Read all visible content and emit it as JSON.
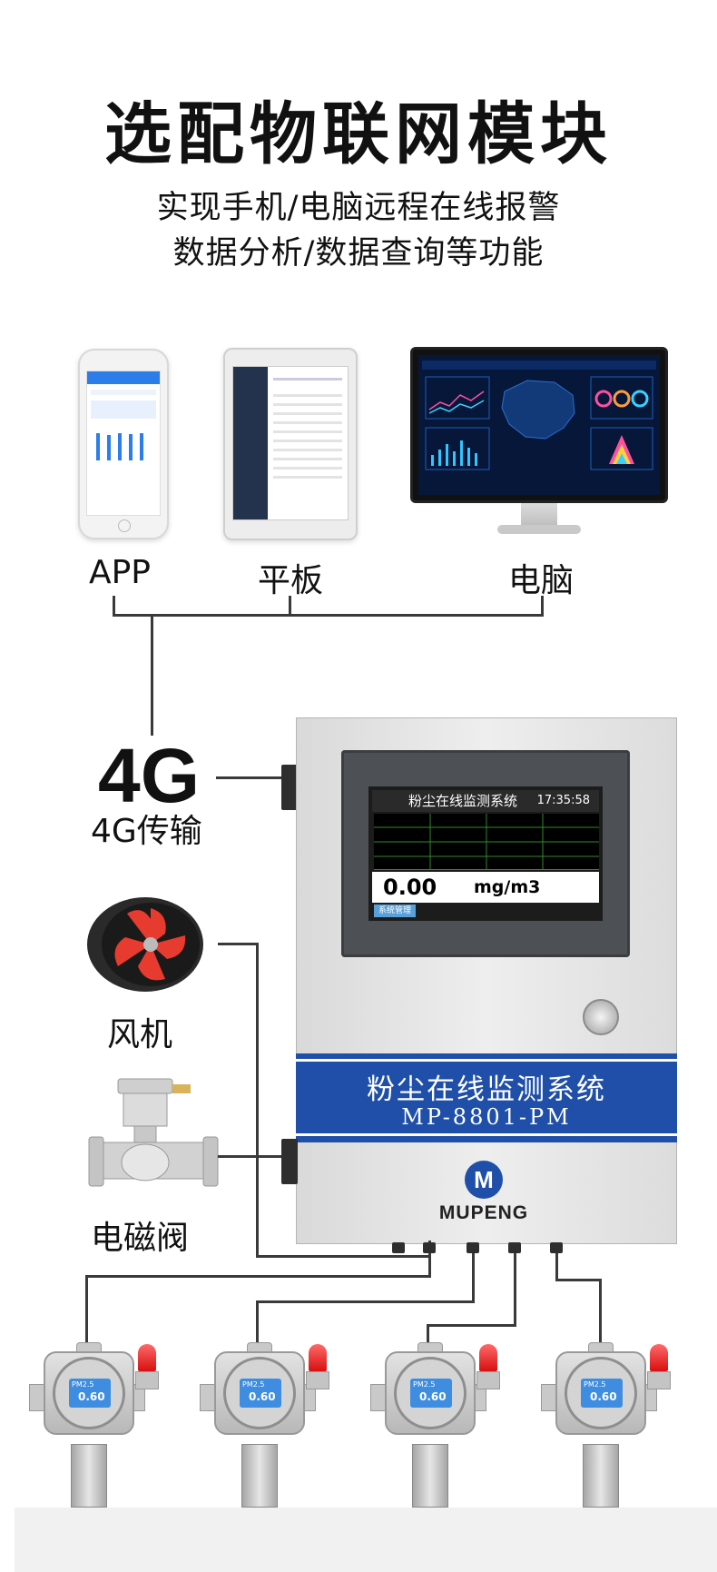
{
  "header": {
    "title": "选配物联网模块",
    "subtitle_line1": "实现手机/电脑远程在线报警",
    "subtitle_line2": "数据分析/数据查询等功能"
  },
  "devices": {
    "app_label": "APP",
    "tablet_label": "平板",
    "pc_label": "电脑"
  },
  "transport": {
    "big_label": "4G",
    "caption": "4G传输"
  },
  "controller": {
    "screen_title": "粉尘在线监测系统",
    "screen_time": "17:35:58",
    "screen_value": "0.00",
    "screen_unit": "mg/m3",
    "screen_button": "系统管理",
    "panel_title": "粉尘在线监测系统",
    "panel_model": "MP-8801-PM",
    "brand": "MUPENG",
    "brand_mark": "M"
  },
  "peripherals": {
    "fan_label": "风机",
    "valve_label": "电磁阀"
  },
  "detectors": [
    {
      "lcd_label": "PM2.5",
      "lcd_value": "0.60"
    },
    {
      "lcd_label": "PM2.5",
      "lcd_value": "0.60"
    },
    {
      "lcd_label": "PM2.5",
      "lcd_value": "0.60"
    },
    {
      "lcd_label": "PM2.5",
      "lcd_value": "0.60"
    }
  ],
  "colors": {
    "band_blue": "#1f4fa8",
    "hmi_screen": "#1c1c1c",
    "lcd_blue": "#3f8de0",
    "beacon_red": "#d70f0f"
  }
}
